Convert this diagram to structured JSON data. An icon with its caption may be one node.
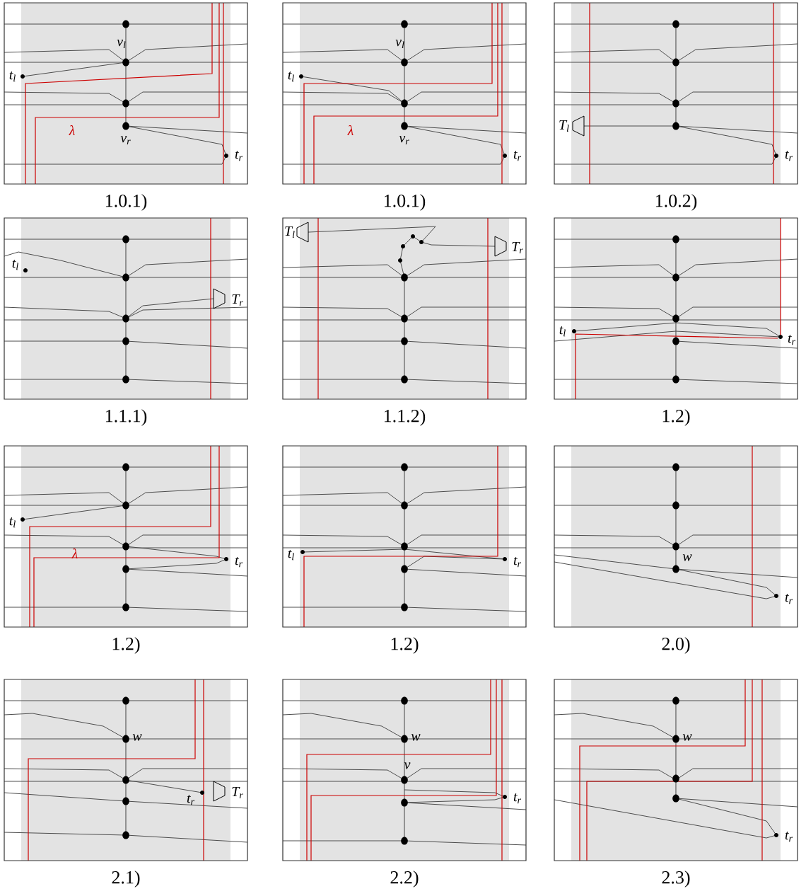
{
  "diagram": {
    "labels": [
      "v$_{l}$",
      "t$_{l}$",
      "λ",
      "v$_{r}$",
      "t$_{r}$",
      "1.0.1)",
      "v$_{l}$",
      "t$_{l}$",
      "λ",
      "v$_{r}$",
      "t$_{r}$",
      "1.0.1)",
      "T$_{l}$",
      "t$_{r}$",
      "1.0.2)",
      "t$_{l}$",
      "T$_{r}$",
      "1.1.1)",
      "T$_{l}$",
      "T$_{r}$",
      "1.1.2)",
      "t$_{l}$",
      "t$_{r}$",
      "1.2)",
      "t$_{l}$",
      "λ",
      "t$_{r}$",
      "1.2)",
      "t$_{l}$",
      "t$_{r}$",
      "1.2)",
      "w",
      "t$_{r}$",
      "2.0)",
      "w",
      "t$_{r}$",
      "T$_{r}$",
      "2.1)",
      "w",
      "v",
      "t$_{r}$",
      "2.2)",
      "w",
      "t$_{r}$",
      "2.3)"
    ]
  }
}
